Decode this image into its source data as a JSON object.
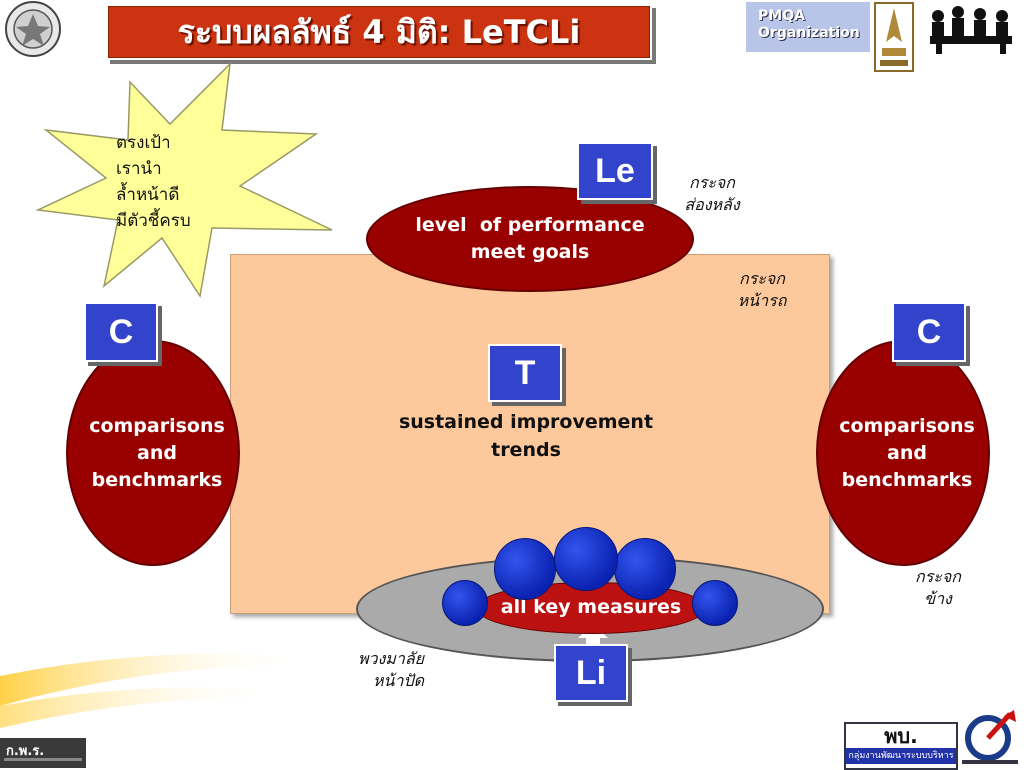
{
  "title": "ระบบผลลัพธ์ 4 มิติ: LeTCLi",
  "org": {
    "line1": "PMQA",
    "line2": "Organization"
  },
  "starburst": {
    "lines": [
      "ตรงเป้า",
      "เรานำ",
      "ล้ำหน้าดี",
      "มีตัวชี้ครบ"
    ]
  },
  "le": {
    "letter": "Le",
    "line1": "level  of performance",
    "line2": "meet goals",
    "note": [
      "กระจก",
      "ส่องหลัง"
    ]
  },
  "panel_note": [
    "กระจก",
    "หน้ารถ"
  ],
  "t": {
    "letter": "T",
    "line1": "sustained improvement",
    "line2": "trends"
  },
  "c_left": {
    "letter": "C",
    "lines": [
      "comparisons",
      "and",
      "benchmarks"
    ]
  },
  "c_right": {
    "letter": "C",
    "lines": [
      "comparisons",
      "and",
      "benchmarks"
    ],
    "note": [
      "กระจก",
      "ข้าง"
    ]
  },
  "li": {
    "letter": "Li",
    "label": "all key measures",
    "note": [
      "พวงมาลัย",
      "หน้าปัด"
    ]
  },
  "footer": {
    "left_label": "ก.พ.ร.",
    "right_label": "พบ.",
    "right_sub": "กลุ่มงานพัฒนาระบบบริหาร"
  },
  "colors": {
    "accent_red": "#990000",
    "accent_blue": "#3344cc",
    "panel": "#fcc89c",
    "star": "#ffff99"
  }
}
